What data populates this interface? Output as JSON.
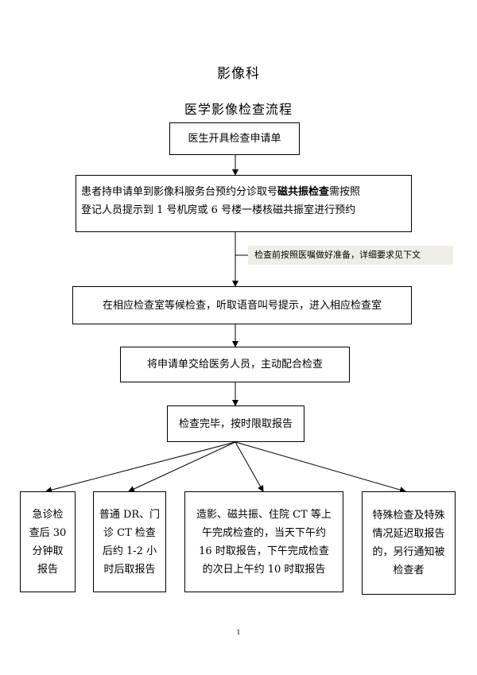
{
  "page": {
    "title": "影像科",
    "subtitle": "医学影像检查流程",
    "page_number": "1"
  },
  "flow": {
    "step1": "医生开具检查申请单",
    "step2": {
      "part1": "患者持申请单到影像科服务台预约分诊取号",
      "emphasis": "磁共振检查",
      "part2": "需按照",
      "line2": "登记人员提示到 1 号机房或 6 号楼一楼核磁共振室进行预约"
    },
    "note": "检查前按照医嘱做好准备，详细要求见下文",
    "step3": "在相应检查室等候检查，听取语音叫号提示，进入相应检查室",
    "step4": "将申请单交给医务人员，主动配合检查",
    "step5": "检查完毕，按时限取报告",
    "results": [
      {
        "lines": [
          "急诊检",
          "查后 30",
          "分钟取",
          "报告"
        ]
      },
      {
        "lines": [
          "普通 DR、门",
          "诊 CT 检查",
          "后约 1-2 小",
          "时后取报告"
        ]
      },
      {
        "lines": [
          "造影、磁共振、住院 CT 等上",
          "午完成检查的，当天下午约",
          "16 时取报告，下午完成检查",
          "的次日上午约 10 时取报告"
        ]
      },
      {
        "lines": [
          "特殊检查及特殊",
          "情况延迟取报告",
          "的，另行通知被",
          "检查者"
        ]
      }
    ]
  }
}
